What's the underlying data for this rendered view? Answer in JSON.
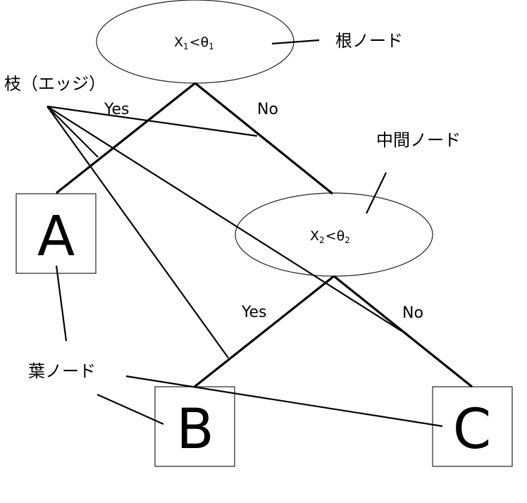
{
  "diagram": {
    "title": "決定木",
    "nodes": {
      "root": {
        "label_var": "X",
        "label_var_sub": "1",
        "label_op": "<",
        "label_theta": "θ",
        "label_theta_sub": "1"
      },
      "internal": {
        "label_var": "X",
        "label_var_sub": "2",
        "label_op": "<",
        "label_theta": "θ",
        "label_theta_sub": "2"
      },
      "leaf_a": {
        "label": "A"
      },
      "leaf_b": {
        "label": "B"
      },
      "leaf_c": {
        "label": "C"
      }
    },
    "edges": {
      "root_yes": "Yes",
      "root_no": "No",
      "internal_yes": "Yes",
      "internal_no": "No"
    },
    "annotations": {
      "root_node": "根ノード",
      "edge": "枝（エッジ）",
      "internal_node": "中間ノード",
      "leaf_node": "葉ノード"
    }
  }
}
